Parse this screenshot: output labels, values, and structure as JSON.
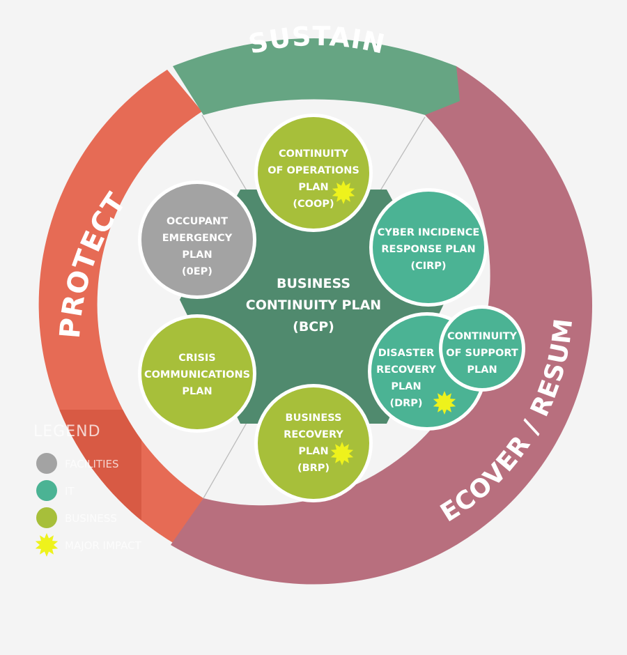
{
  "colors": {
    "sustain": "#66a583",
    "protect": "#e66b55",
    "recover": "#b86f7e",
    "center": "#508a6e",
    "facilities": "#a3a3a3",
    "it": "#4bb394",
    "business": "#a7bf3a",
    "major_impact": "#eef21c",
    "inner_bg": "#f2f2f2"
  },
  "ring": {
    "sustain": "SUSTAIN",
    "protect": "PROTECT",
    "recover": "RECOVER / RESUME"
  },
  "center": {
    "line1": "BUSINESS",
    "line2": "CONTINUITY PLAN",
    "line3": "(BCP)"
  },
  "nodes": {
    "coop": {
      "lines": [
        "CONTINUITY",
        "OF OPERATIONS",
        "PLAN",
        "(COOP)"
      ],
      "category": "business",
      "major_impact": true
    },
    "cirp": {
      "lines": [
        "CYBER INCIDENCE",
        "RESPONSE PLAN",
        "(CIRP)"
      ],
      "category": "it",
      "major_impact": false
    },
    "drp": {
      "lines": [
        "DISASTER",
        "RECOVERY",
        "PLAN",
        "(DRP)"
      ],
      "category": "it",
      "major_impact": true
    },
    "csp": {
      "lines": [
        "CONTINUITY",
        "OF SUPPORT",
        "PLAN"
      ],
      "category": "it",
      "major_impact": false
    },
    "brp": {
      "lines": [
        "BUSINESS",
        "RECOVERY",
        "PLAN",
        "(BRP)"
      ],
      "category": "business",
      "major_impact": true
    },
    "ccp": {
      "lines": [
        "CRISIS",
        "COMMUNICATIONS",
        "PLAN"
      ],
      "category": "business",
      "major_impact": false
    },
    "oep": {
      "lines": [
        "OCCUPANT",
        "EMERGENCY",
        "PLAN",
        "(0EP)"
      ],
      "category": "facilities",
      "major_impact": false
    }
  },
  "legend": {
    "title": "LEGEND",
    "items": [
      {
        "label": "FACILITIES",
        "kind": "facilities"
      },
      {
        "label": "IT",
        "kind": "it"
      },
      {
        "label": "BUSINESS",
        "kind": "business"
      },
      {
        "label": "MAJOR IMPACT",
        "kind": "major_impact"
      }
    ]
  }
}
